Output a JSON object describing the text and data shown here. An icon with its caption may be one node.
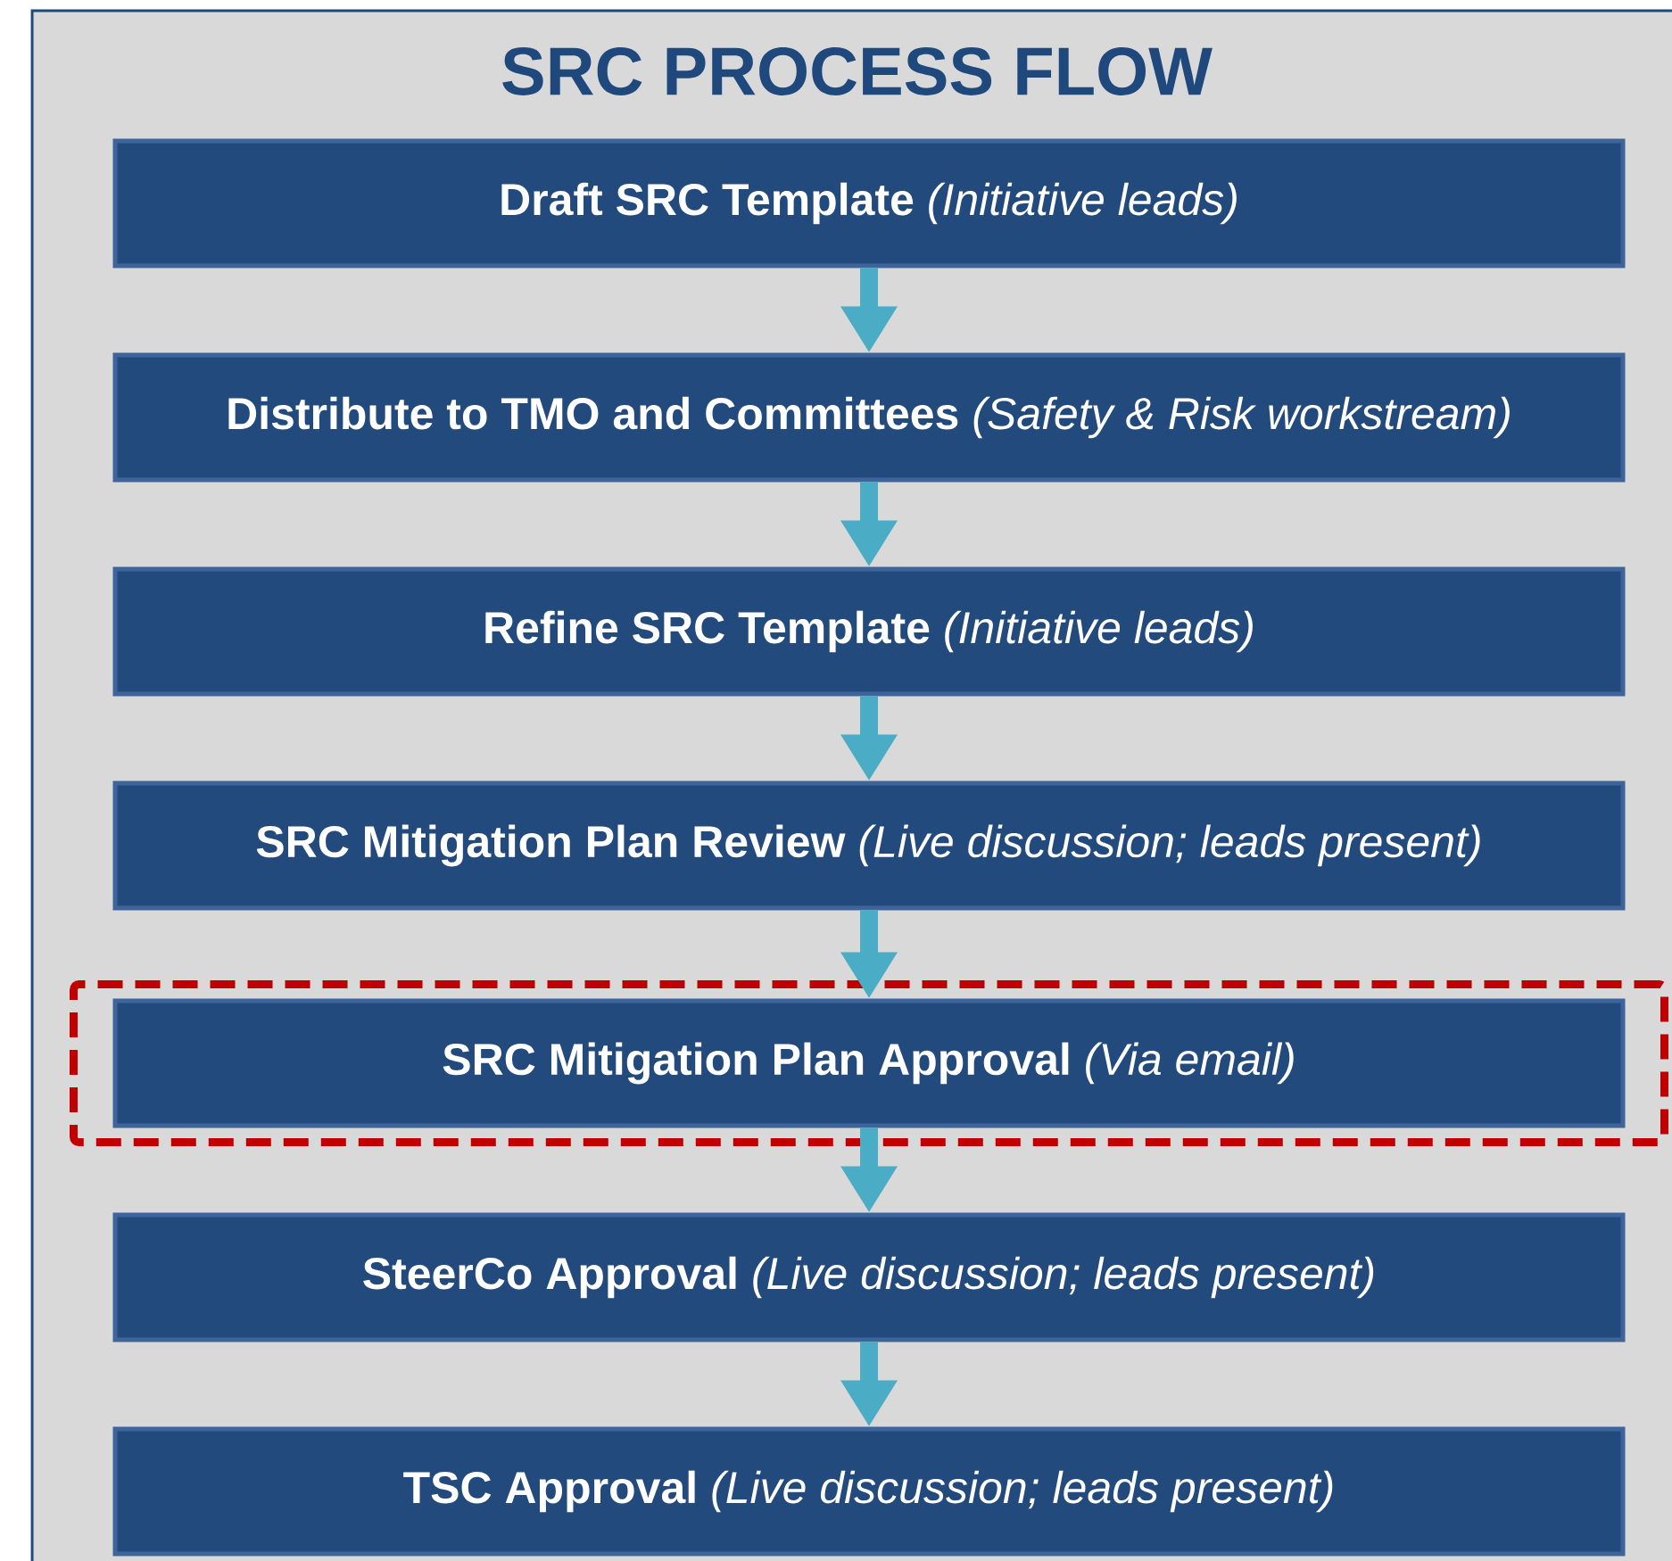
{
  "diagram": {
    "title": "SRC PROCESS FLOW",
    "nodes": [
      {
        "text": [
          "Draft SRC Template",
          "(Initiative leads)"
        ]
      },
      {
        "text": [
          "Distribute to TMO and Committees",
          "(Safety & Risk workstream)"
        ]
      },
      {
        "text": [
          "Refine SRC Template",
          "(Initiative leads)"
        ]
      },
      {
        "text": [
          "SRC Mitigation Plan Review",
          "(Live discussion; leads present)"
        ]
      },
      {
        "text": [],
        "shape": "box"
      },
      {
        "text": [
          "SRC Mitigation Plan Approval",
          "(Via email)"
        ],
        "in": 4
      },
      {
        "text": [
          "SteerCo Approval",
          "(Live discussion; leads present)"
        ]
      },
      {
        "text": [
          "TSC Approval",
          "(Live discussion; leads present)"
        ]
      }
    ],
    "edges": [
      {
        "from": 0,
        "to": 1,
        "arrow": "to"
      },
      {
        "from": 1,
        "to": 2,
        "arrow": "to"
      },
      {
        "from": 2,
        "to": 3,
        "arrow": "to"
      },
      {
        "from": 3,
        "to": 5,
        "arrow": "to"
      },
      {
        "from": 5,
        "to": 6,
        "arrow": "to"
      },
      {
        "from": 6,
        "to": 7,
        "arrow": "to"
      }
    ]
  }
}
